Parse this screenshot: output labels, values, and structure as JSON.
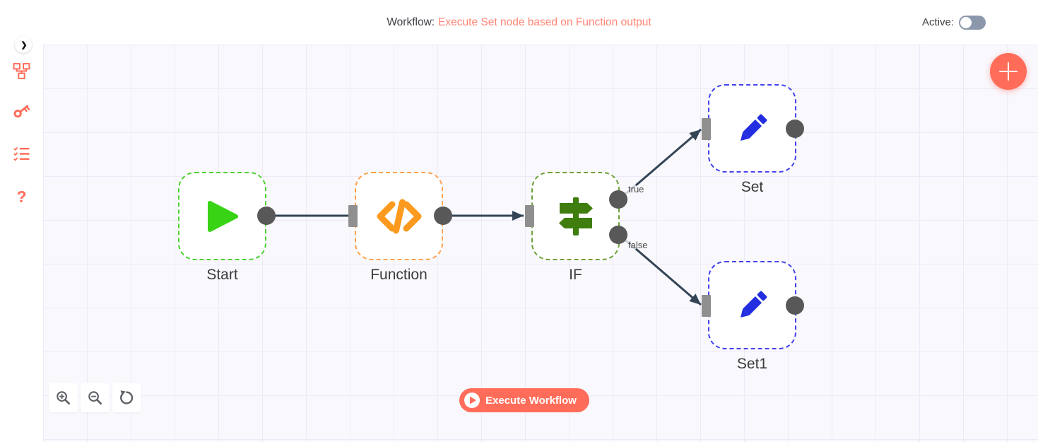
{
  "header": {
    "workflow_label": "Workflow:",
    "workflow_name": "Execute Set node based on Function output",
    "active_label": "Active:",
    "active_state": "off"
  },
  "icons": {
    "chevron_glyph": "❯",
    "help_glyph": "?"
  },
  "sidebar": {
    "menu": [
      {
        "name": "workflows",
        "icon": "sitemap-icon"
      },
      {
        "name": "credentials",
        "icon": "key-icon"
      },
      {
        "name": "executions",
        "icon": "checklist-icon"
      },
      {
        "name": "help",
        "icon": "question-icon"
      }
    ]
  },
  "canvas": {
    "nodes": [
      {
        "label": "Start",
        "icon": "play-icon",
        "type": "start"
      },
      {
        "label": "Function",
        "icon": "code-icon",
        "type": "function"
      },
      {
        "label": "IF",
        "icon": "signpost-icon",
        "type": "if"
      },
      {
        "label": "Set",
        "icon": "pencil-icon",
        "type": "set"
      },
      {
        "label": "Set1",
        "icon": "pencil-icon",
        "type": "set"
      }
    ],
    "connections": [
      {
        "from": "Start",
        "to": "Function"
      },
      {
        "from": "Function",
        "to": "IF"
      },
      {
        "from": "IF",
        "to": "Set",
        "output": "true"
      },
      {
        "from": "IF",
        "to": "Set1",
        "output": "false"
      }
    ],
    "connection_labels": {
      "true_label": "true",
      "false_label": "false"
    }
  },
  "controls": {
    "execute_label": "Execute Workflow"
  },
  "colors": {
    "brand": "#ff6d5a",
    "title_accent": "#ff8576",
    "start_green": "#38d315",
    "start_border": "#4cd233",
    "function_orange": "#fb9a1e",
    "function_border": "#ffa24e",
    "if_green": "#3e7d0e",
    "if_border": "#6da23b",
    "set_blue": "#222ee0",
    "set_border": "#4343ee",
    "wire": "#334455",
    "toggle_off": "#8b98ab"
  }
}
